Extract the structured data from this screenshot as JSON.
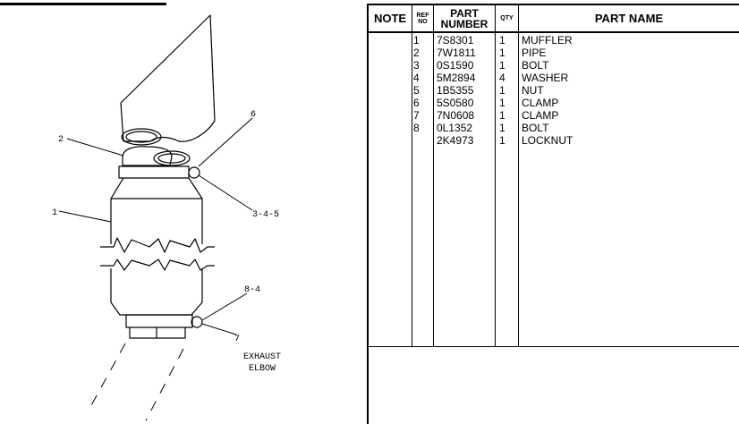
{
  "diagram": {
    "callouts": [
      "1",
      "2",
      "6",
      "3-4-5",
      "8-4",
      "7"
    ],
    "caption_line1": "EXHAUST",
    "caption_line2": "ELBOW"
  },
  "parts_list": {
    "headers": {
      "note": "NOTE",
      "ref_line1": "REF",
      "ref_line2": "NO",
      "part_line1": "PART",
      "part_line2": "NUMBER",
      "qty": "QTY",
      "part_name": "PART NAME"
    },
    "rows": [
      {
        "ref": "1",
        "part_number": "7S8301",
        "qty": "1",
        "name": "MUFFLER"
      },
      {
        "ref": "2",
        "part_number": "7W1811",
        "qty": "1",
        "name": "PIPE"
      },
      {
        "ref": "3",
        "part_number": "0S1590",
        "qty": "1",
        "name": "BOLT"
      },
      {
        "ref": "4",
        "part_number": "5M2894",
        "qty": "4",
        "name": "WASHER"
      },
      {
        "ref": "5",
        "part_number": "1B5355",
        "qty": "1",
        "name": "NUT"
      },
      {
        "ref": "6",
        "part_number": "5S0580",
        "qty": "1",
        "name": "CLAMP"
      },
      {
        "ref": "7",
        "part_number": "7N0608",
        "qty": "1",
        "name": "CLAMP"
      },
      {
        "ref": "8",
        "part_number": "0L1352",
        "qty": "1",
        "name": "BOLT"
      },
      {
        "ref": "",
        "part_number": "2K4973",
        "qty": "1",
        "name": "LOCKNUT"
      }
    ]
  }
}
